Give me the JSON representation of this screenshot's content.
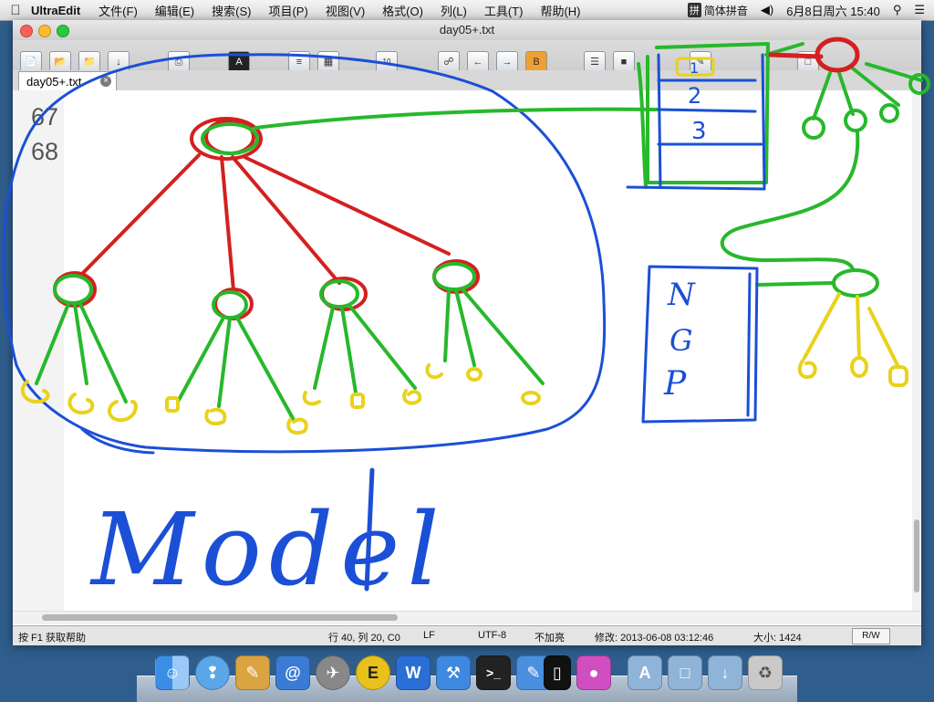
{
  "menubar": {
    "apple": "",
    "app": "UltraEdit",
    "items": [
      "文件(F)",
      "编辑(E)",
      "搜索(S)",
      "项目(P)",
      "视图(V)",
      "格式(O)",
      "列(L)",
      "工具(T)",
      "帮助(H)"
    ],
    "input_method_badge": "拼",
    "input_method": "简体拼音",
    "volume_icon": "speaker-icon",
    "clock": "6月8日周六  15:40"
  },
  "window": {
    "title": "day05+.txt",
    "tab_label": "day05+.txt",
    "line_numbers": [
      "67",
      "68"
    ]
  },
  "toolbar": {
    "icons": [
      "new-file-icon",
      "open-file-icon",
      "open-folder-icon",
      "save-icon",
      "print-icon",
      "font-icon",
      "list-icon",
      "columns-icon",
      "hex-icon",
      "find-icon",
      "find-prev-icon",
      "find-next-icon",
      "replace-icon",
      "spell-icon",
      "tab-icon",
      "word-icon",
      "window-icon"
    ]
  },
  "status": {
    "help": "按 F1 获取帮助",
    "position": "行 40, 列 20, C0",
    "line_ending": "LF",
    "encoding": "UTF-8",
    "highlight": "不加亮",
    "modified": "修改: 2013-06-08 03:12:46",
    "size": "大小: 1424",
    "mode": "R/W"
  },
  "sketch": {
    "text": "Model",
    "list_numbers": [
      "1",
      "2",
      "3"
    ],
    "note_chars": [
      "N",
      "G",
      "P"
    ],
    "colors": {
      "red": "#d42020",
      "green": "#27b82b",
      "blue": "#1b4fd6",
      "yellow": "#e8d21b"
    }
  },
  "dock": {
    "apps": [
      "finder-icon",
      "safari-icon",
      "script-editor-icon",
      "mail-icon",
      "launchpad-icon",
      "ultraedit-icon",
      "word-icon",
      "xcode-icon",
      "terminal-icon",
      "instruments-icon",
      "simulator-icon",
      "ibooks-icon",
      "applications-folder-icon",
      "documents-folder-icon",
      "downloads-folder-icon",
      "trash-icon"
    ]
  }
}
